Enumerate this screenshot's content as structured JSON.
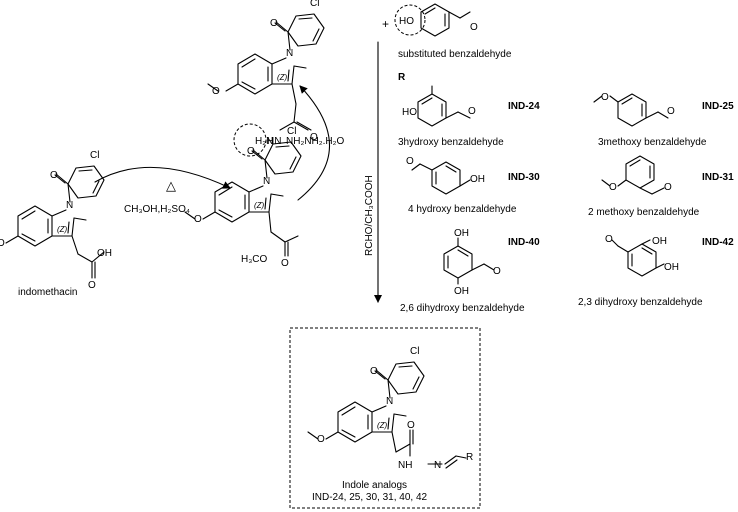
{
  "reagents": {
    "plus": "+",
    "heat": "△",
    "esterification": "CH₃OH,H₂SO₄",
    "hydrazine": "NH₂NH₂.H₂O",
    "acid": "RCHO/CH₃COOH"
  },
  "labels": {
    "indomethacin": "indomethacin",
    "substituted_benzaldehyde": "substituted benzaldehyde",
    "r_header": "R",
    "indole_analogs": "Indole analogs",
    "analog_ids": "IND-24, 25, 30, 31, 40, 42"
  },
  "atoms": {
    "cl": "Cl",
    "o": "O",
    "n": "N",
    "oh": "OH",
    "ho": "HO",
    "z": "(Z)",
    "h2n": "H₂N",
    "hn": "HN",
    "nh": "NH",
    "h3co": "H₃CO",
    "r": "R"
  },
  "compounds": [
    {
      "id": "IND-24",
      "name": "3hydroxy benzaldehyde"
    },
    {
      "id": "IND-25",
      "name": "3methoxy benzaldehyde"
    },
    {
      "id": "IND-30",
      "name": "4 hydroxy benzaldehyde"
    },
    {
      "id": "IND-31",
      "name": "2 methoxy benzaldehyde"
    },
    {
      "id": "IND-40",
      "name": "2,6 dihydroxy benzaldehyde"
    },
    {
      "id": "IND-42",
      "name": "2,3 dihydroxy benzaldehyde"
    }
  ]
}
